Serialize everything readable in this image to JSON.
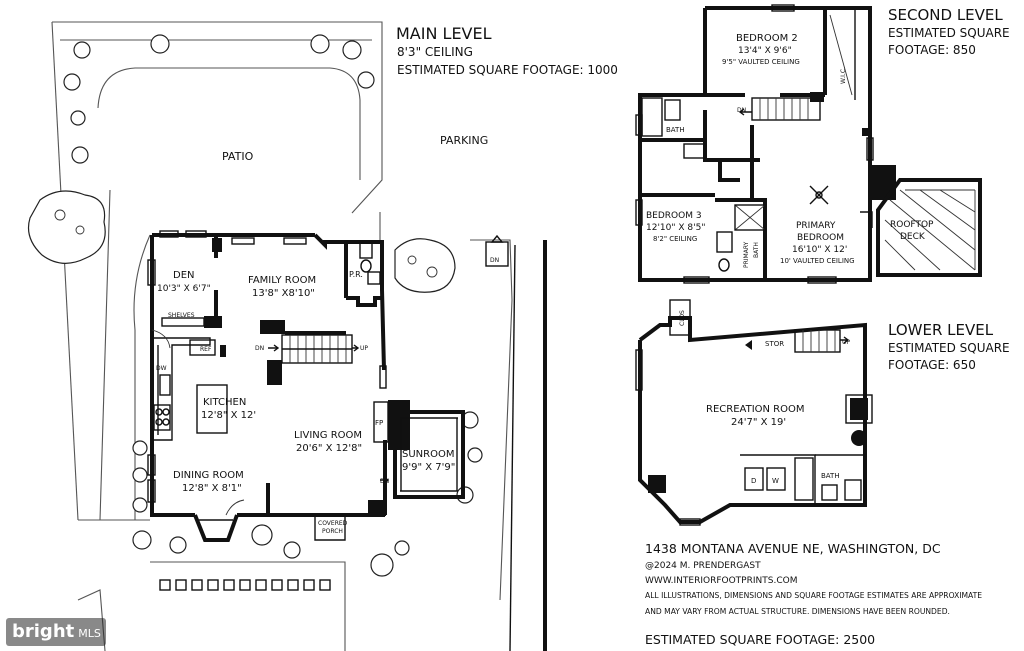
{
  "main_level": {
    "title": "MAIN LEVEL",
    "ceiling": "8'3\" CEILING",
    "sqft": "ESTIMATED SQUARE FOOTAGE: 1000",
    "rooms": {
      "den_name": "DEN",
      "den_dim": "10'3\" X 6'7\"",
      "family_name": "FAMILY ROOM",
      "family_dim": "13'8\" X8'10\"",
      "kitchen_name": "KITCHEN",
      "kitchen_dim": "12'8\" X 12'",
      "living_name": "LIVING ROOM",
      "living_dim": "20'6\" X 12'8\"",
      "dining_name": "DINING ROOM",
      "dining_dim": "12'8\" X 8'1\"",
      "sunroom_name": "SUNROOM",
      "sunroom_dim": "9'9\" X 7'9\""
    },
    "labels": {
      "patio": "PATIO",
      "parking": "PARKING",
      "pr": "P.R.",
      "shelves": "SHELVES",
      "ref": "REF",
      "dw": "DW",
      "fp": "FP",
      "dn1": "DN",
      "up1": "UP",
      "dn2": "DN",
      "dn3": "DN",
      "covered": "COVERED",
      "porch": "PORCH"
    }
  },
  "second_level": {
    "title": "SECOND LEVEL",
    "sqft_line1": "ESTIMATED SQUARE",
    "sqft_line2": "FOOTAGE: 850",
    "rooms": {
      "bed2_name": "BEDROOM 2",
      "bed2_dim": "13'4\" X 9'6\"",
      "bed2_note": "9'5\" VAULTED CEILING",
      "bed3_name": "BEDROOM 3",
      "bed3_dim": "12'10\" X 8'5\"",
      "bed3_note": "8'2\" CEILING",
      "primary_name1": "PRIMARY",
      "primary_name2": "BEDROOM",
      "primary_dim": "16'10\" X 12'",
      "primary_note": "10' VAULTED CEILING",
      "deck1": "ROOFTOP",
      "deck2": "DECK"
    },
    "labels": {
      "bath": "BATH",
      "wic": "W.I.C.",
      "dn": "DN",
      "primary_bath1": "PRIMARY",
      "primary_bath2": "BATH"
    }
  },
  "lower_level": {
    "title": "LOWER LEVEL",
    "sqft_line1": "ESTIMATED SQUARE",
    "sqft_line2": "FOOTAGE: 650",
    "rooms": {
      "rec_name": "RECREATION ROOM",
      "rec_dim": "24'7\" X 19'"
    },
    "labels": {
      "clos": "CLOS",
      "stor": "STOR",
      "up": "UP",
      "bath": "BATH",
      "d": "D",
      "w": "W"
    }
  },
  "footer": {
    "address": "1438 MONTANA AVENUE NE, WASHINGTON, DC",
    "copyright": "@2024 M. PRENDERGAST",
    "website": "WWW.INTERIORFOOTPRINTS.COM",
    "disclaimer1": "ALL ILLUSTRATIONS, DIMENSIONS AND SQUARE FOOTAGE ESTIMATES ARE APPROXIMATE",
    "disclaimer2": "AND MAY VARY FROM ACTUAL STRUCTURE. DIMENSIONS HAVE BEEN ROUNDED.",
    "total_sqft": "ESTIMATED SQUARE FOOTAGE: 2500"
  },
  "watermark": {
    "brand": "bright",
    "suffix": "MLS"
  }
}
